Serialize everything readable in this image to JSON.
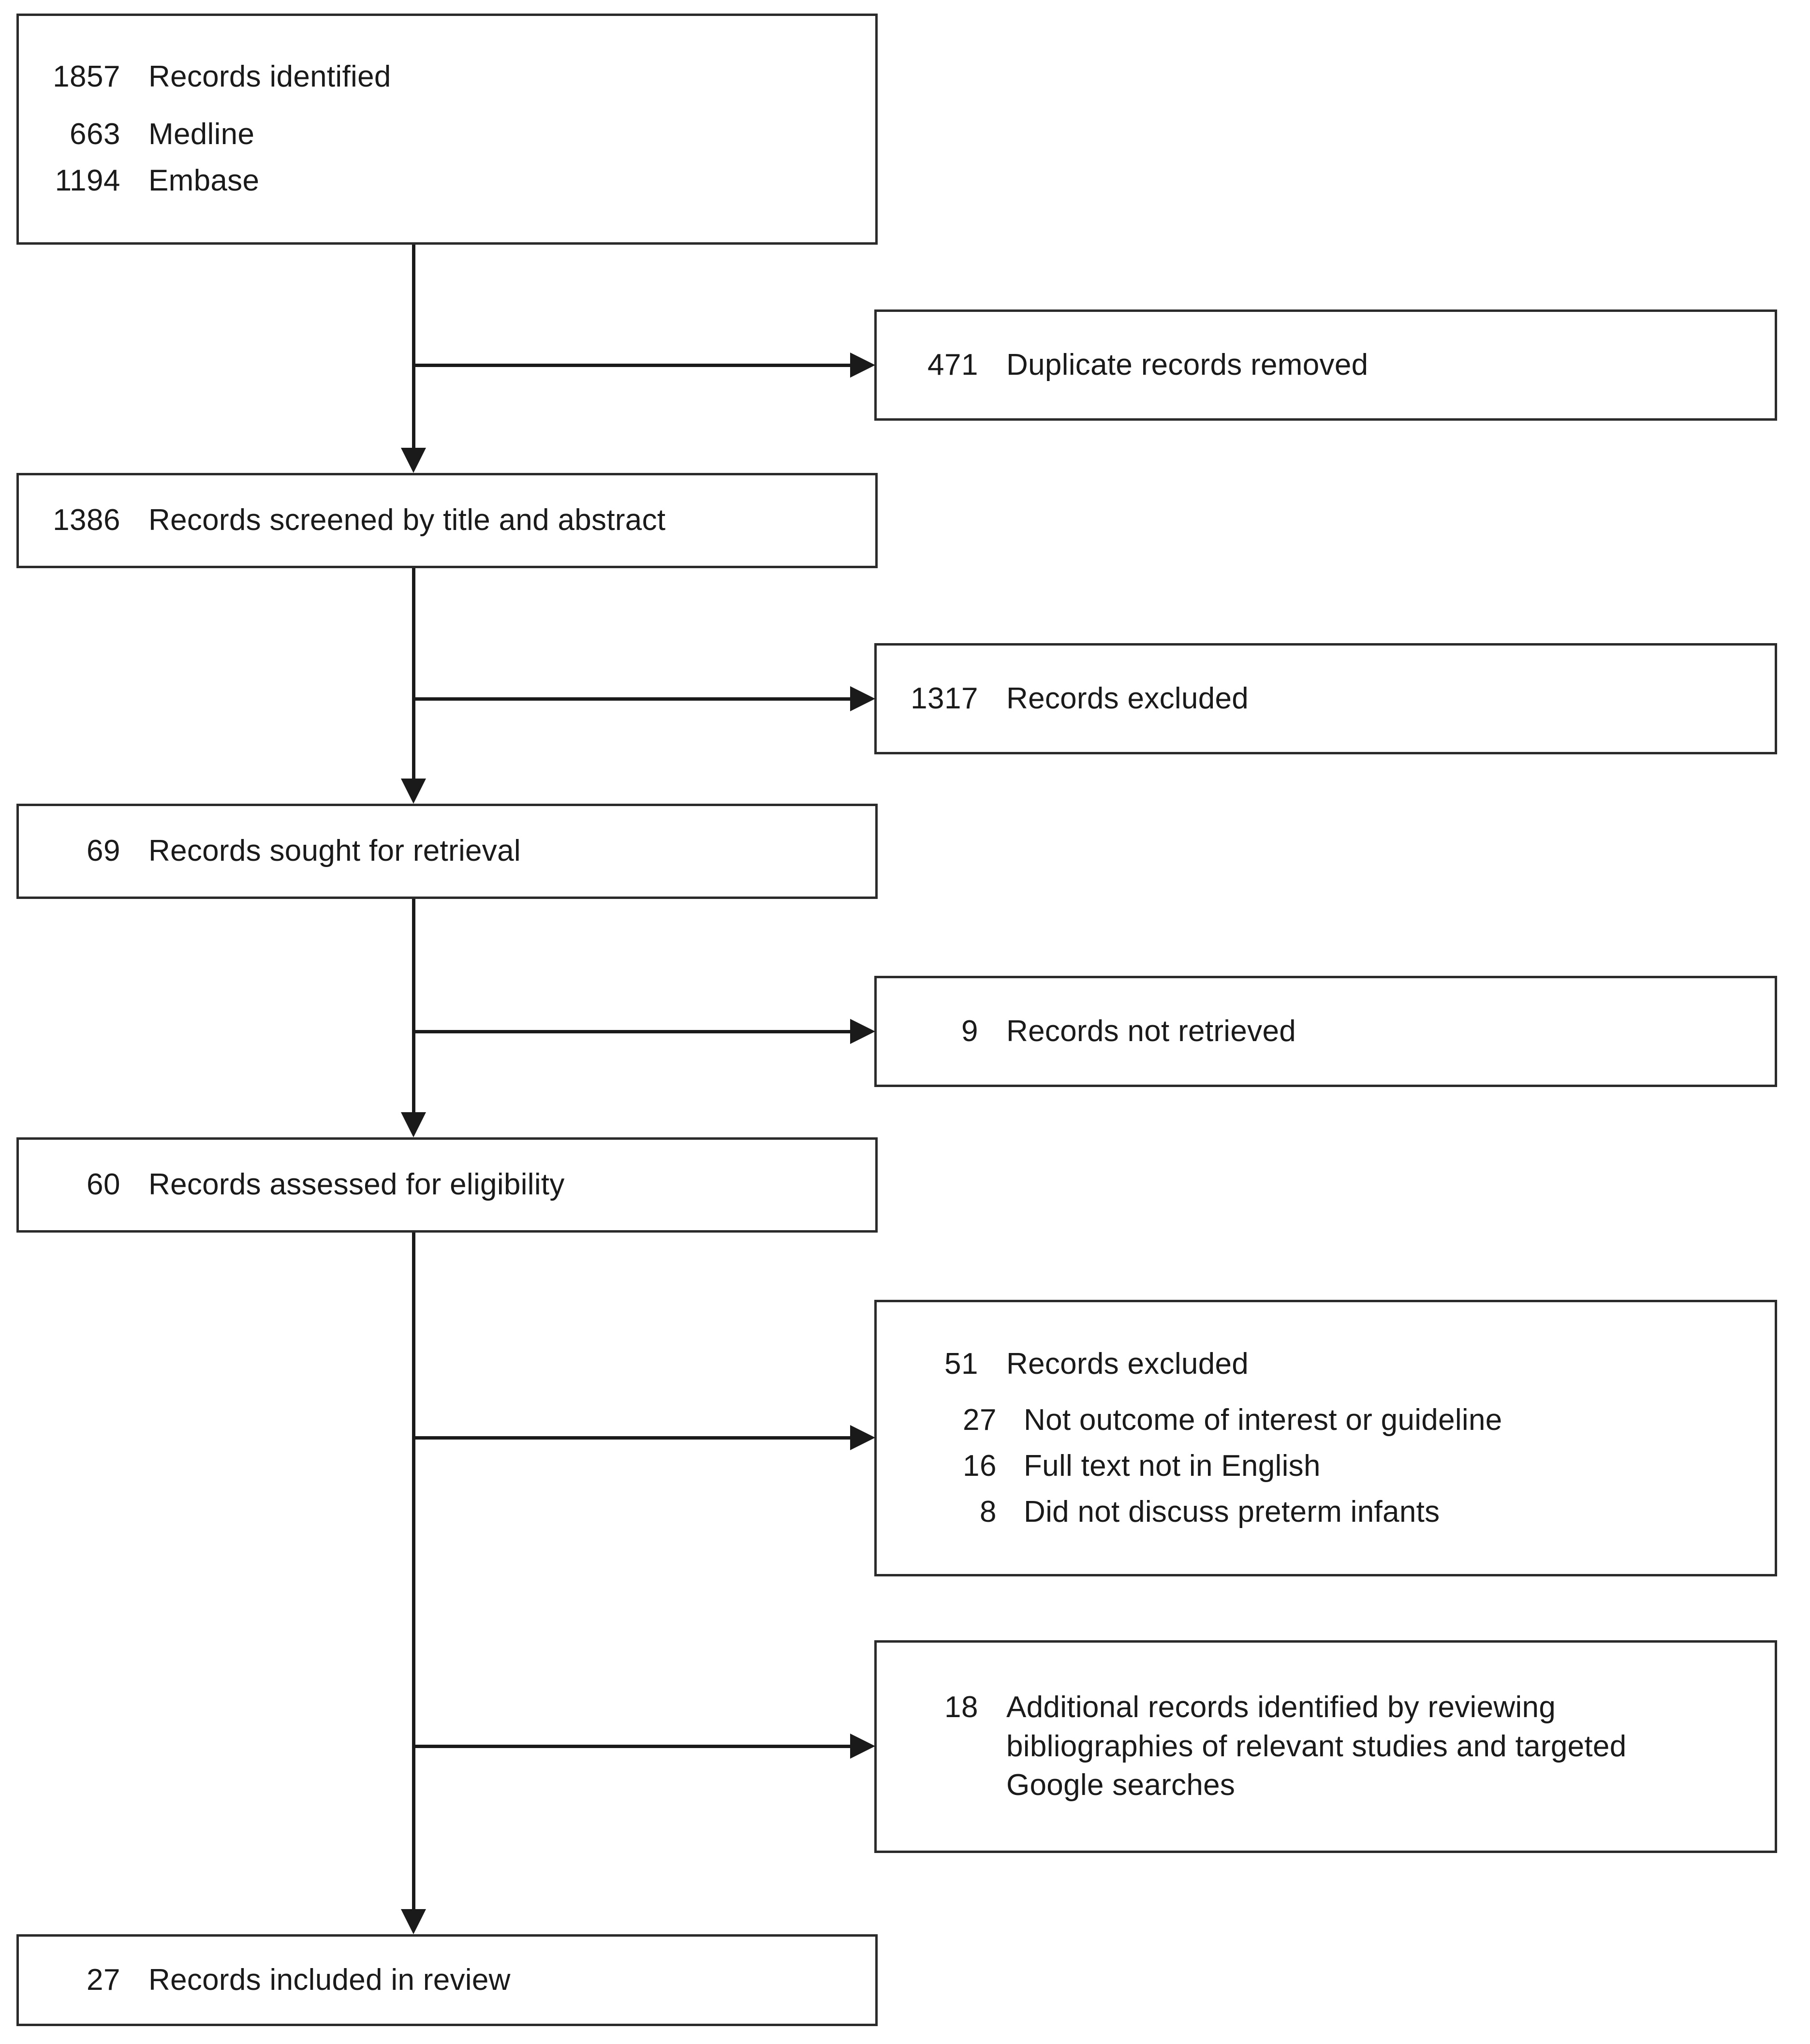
{
  "diagram": {
    "type": "prisma-flow-diagram",
    "nodes": {
      "identified": {
        "count": "1857",
        "label": "Records identified",
        "sources": [
          {
            "count": "663",
            "label": "Medline"
          },
          {
            "count": "1194",
            "label": "Embase"
          }
        ]
      },
      "duplicates_removed": {
        "count": "471",
        "label": "Duplicate records removed"
      },
      "screened": {
        "count": "1386",
        "label": "Records screened by title and abstract"
      },
      "excluded_screening": {
        "count": "1317",
        "label": "Records excluded"
      },
      "sought": {
        "count": "69",
        "label": "Records sought for retrieval"
      },
      "not_retrieved": {
        "count": "9",
        "label": "Records not retrieved"
      },
      "assessed": {
        "count": "60",
        "label": "Records assessed for eligibility"
      },
      "excluded_eligibility": {
        "count": "51",
        "label": "Records excluded",
        "reasons": [
          {
            "count": "27",
            "label": "Not outcome of interest or guideline"
          },
          {
            "count": "16",
            "label": "Full text not in English"
          },
          {
            "count": "8",
            "label": "Did not discuss preterm infants"
          }
        ]
      },
      "additional": {
        "count": "18",
        "label": "Additional records identified by reviewing bibliographies of relevant studies and targeted Google searches"
      },
      "included": {
        "count": "27",
        "label": "Records included in review"
      }
    },
    "colors": {
      "border": "#2b2b2b",
      "connector": "#1a1a1a",
      "background": "#ffffff",
      "text": "#1a1a1a"
    }
  }
}
